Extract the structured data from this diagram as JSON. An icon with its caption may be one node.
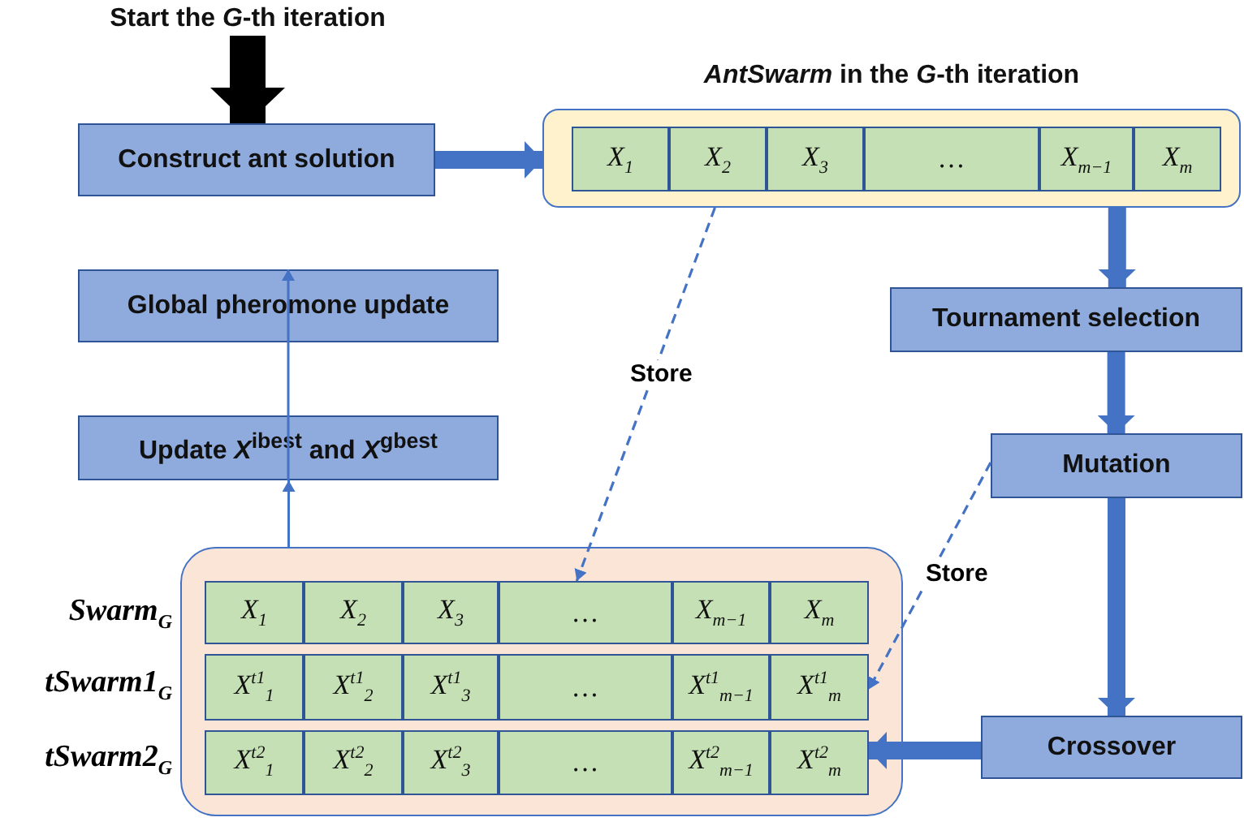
{
  "diagram": {
    "nodes": [
      {
        "text": [
          "Start the *G*-th iteration"
        ]
      },
      {
        "text": [
          "Construct ant solution"
        ]
      },
      {
        "text": [
          "*AntSwarm* in the *G*-th iteration"
        ]
      },
      {
        "text": [
          "*X*$_{1}$"
        ],
        "in": 2
      },
      {
        "text": [
          "*X*$_{2}$"
        ],
        "in": 2
      },
      {
        "text": [
          "*X*$_{3}$"
        ],
        "in": 2
      },
      {
        "text": [
          "…"
        ],
        "in": 2
      },
      {
        "text": [
          "*X*$_{m−1}$"
        ],
        "in": 2
      },
      {
        "text": [
          "*X*$_{m}$"
        ],
        "in": 2
      },
      {
        "text": [
          "Global pheromone update"
        ]
      },
      {
        "text": [
          "Update *X*$^{ibest}$ and *X*$^{gbest}$"
        ]
      },
      {
        "text": [
          "Tournament selection"
        ]
      },
      {
        "text": [
          "Mutation"
        ]
      },
      {
        "text": [],
        "shape": "box"
      },
      {
        "text": [
          "*X*$_{1}$"
        ],
        "in": 13
      },
      {
        "text": [
          "*X*$_{2}$"
        ],
        "in": 13
      },
      {
        "text": [
          "*X*$_{3}$"
        ],
        "in": 13
      },
      {
        "text": [
          "…"
        ],
        "in": 13
      },
      {
        "text": [
          "*X*$_{m−1}$"
        ],
        "in": 13
      },
      {
        "text": [
          "*X*$_{m}$"
        ],
        "in": 13
      },
      {
        "text": [
          "*X*$^{t1}$$_{1}$"
        ],
        "in": 13
      },
      {
        "text": [
          "*X*$^{t1}$$_{2}$"
        ],
        "in": 13
      },
      {
        "text": [
          "*X*$^{t1}$$_{3}$"
        ],
        "in": 13
      },
      {
        "text": [
          "…"
        ],
        "in": 13
      },
      {
        "text": [
          "*X*$^{t1}$$_{m−1}$"
        ],
        "in": 13
      },
      {
        "text": [
          "*X*$^{t1}$$_{m}$"
        ],
        "in": 13
      },
      {
        "text": [
          "*X*$^{t2}$$_{1}$"
        ],
        "in": 13
      },
      {
        "text": [
          "*X*$^{t2}$$_{2}$"
        ],
        "in": 13
      },
      {
        "text": [
          "*X*$^{t2}$$_{3}$"
        ],
        "in": 13
      },
      {
        "text": [
          "…"
        ],
        "in": 13
      },
      {
        "text": [
          "*X*$^{t2}$$_{m−1}$"
        ],
        "in": 13
      },
      {
        "text": [
          "*X*$^{t2}$$_{m}$"
        ],
        "in": 13
      },
      {
        "text": [
          "Crossover"
        ]
      }
    ],
    "edges": [
      {
        "from": 0,
        "to": 1,
        "arrow": "to",
        "style": "thick",
        "color": "#000000"
      },
      {
        "from": 1,
        "to": 2,
        "arrow": "to"
      },
      {
        "from": 2,
        "to": 11,
        "arrow": "to"
      },
      {
        "from": 11,
        "to": 12,
        "arrow": "to"
      },
      {
        "from": 12,
        "to": 32,
        "arrow": "to"
      },
      {
        "from": 32,
        "to": 31,
        "arrow": "to"
      },
      {
        "from": 13,
        "to": 10,
        "arrow": "to"
      },
      {
        "from": 10,
        "to": 9,
        "arrow": "to"
      },
      {
        "from": 2,
        "to": 17,
        "arrow": "to",
        "style": "dashed",
        "label": "Store"
      },
      {
        "from": 12,
        "to": 25,
        "arrow": "to",
        "style": "dashed",
        "label": "Store"
      }
    ],
    "labels": [
      "Swarm$_{G}$",
      "tSwarm1$_{G}$",
      "tSwarm2$_{G}$"
    ]
  }
}
